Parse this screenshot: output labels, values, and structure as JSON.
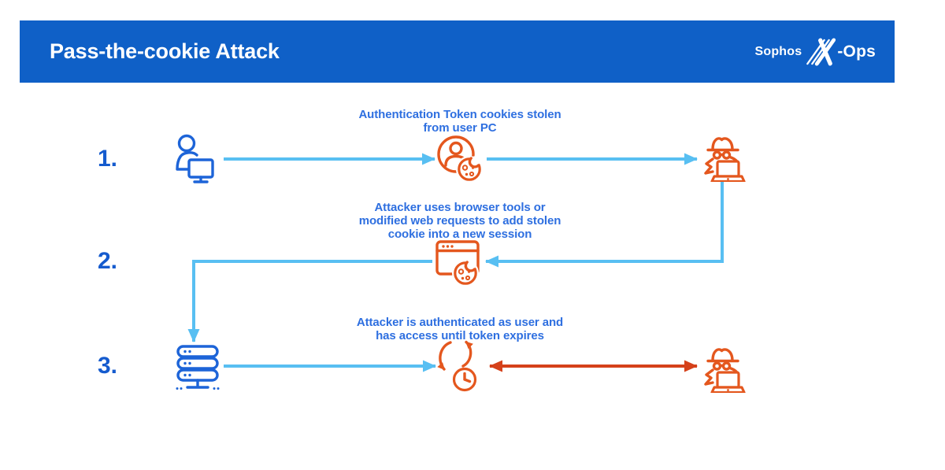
{
  "header": {
    "title": "Pass-the-cookie Attack",
    "logo": {
      "brand": "Sophos",
      "suffix": "-Ops",
      "glyph": "x-stripes-icon"
    }
  },
  "colors": {
    "header_bg": "#0F60C7",
    "number_blue": "#155BCE",
    "caption_blue": "#2E6FE0",
    "icon_blue": "#1D64D8",
    "arrow_light_blue": "#58BFF2",
    "icon_orange": "#E4571E",
    "arrow_red": "#D5411A"
  },
  "steps": [
    {
      "number": "1.",
      "caption_lines": [
        "Authentication Token cookies stolen",
        "from user PC"
      ],
      "source_icon": "user-at-pc-icon",
      "middle_icon": "stolen-cookie-user-icon",
      "target_icon": "hacker-laptop-icon"
    },
    {
      "number": "2.",
      "caption_lines": [
        "Attacker uses browser tools or",
        "modified web requests to add stolen",
        "cookie into a new session"
      ],
      "middle_icon": "browser-cookie-icon"
    },
    {
      "number": "3.",
      "caption_lines": [
        "Attacker is authenticated as user and",
        "has access until token expires"
      ],
      "source_icon": "server-icon",
      "middle_icon": "session-refresh-clock-icon",
      "target_icon": "hacker-laptop-icon"
    }
  ]
}
